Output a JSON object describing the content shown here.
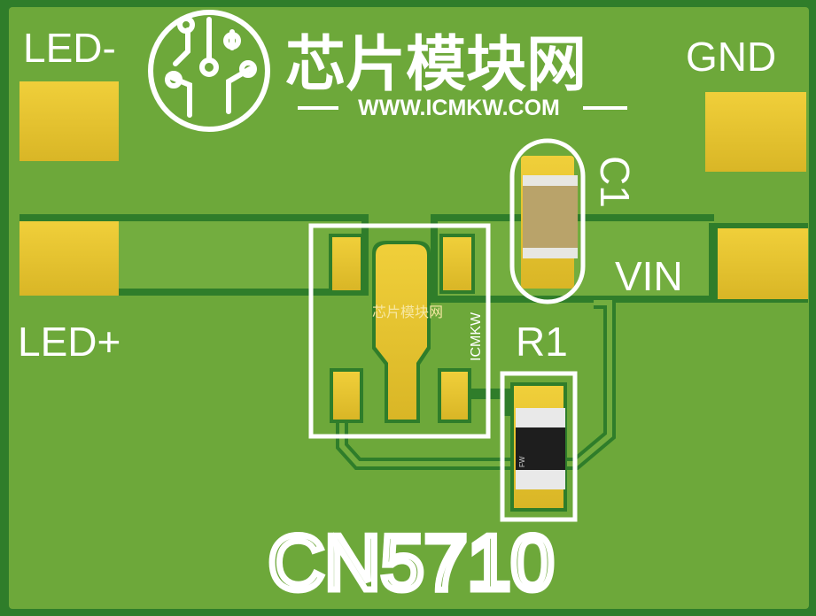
{
  "board": {
    "title": "CN5710",
    "labels": {
      "led_minus": "LED-",
      "led_plus": "LED+",
      "gnd": "GND",
      "vin": "VIN",
      "c1": "C1",
      "r1": "R1"
    },
    "logo": {
      "name": "芯片模块网",
      "url": "WWW.ICMKW.COM"
    },
    "chip_marking": "芯片模块网",
    "chip_side_text": "ICMKW",
    "resistor_marking": "FW",
    "colors": {
      "board": "#6da83a",
      "border": "#2f7d2a",
      "trace": "#4a8a2e",
      "pad": "#e5c22e",
      "silkscreen": "#ffffff",
      "capacitor_body": "#b9a36a",
      "resistor_body": "#1e1e1e"
    }
  }
}
